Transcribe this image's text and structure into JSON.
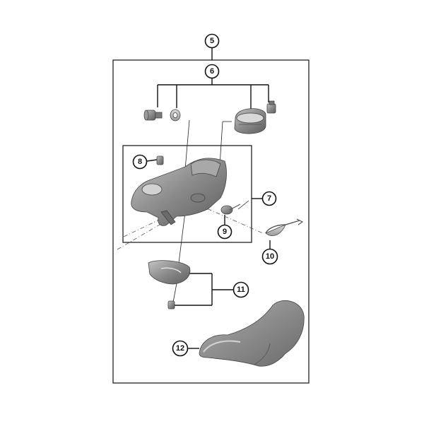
{
  "callouts": {
    "c5": "5",
    "c6": "6",
    "c7": "7",
    "c8": "8",
    "c9": "9",
    "c10": "10",
    "c11": "11",
    "c12": "12"
  },
  "colors": {
    "line": "#111111",
    "part_dark": "#6e6e6e",
    "part_mid": "#8c8c8c",
    "part_light": "#b5b5b5"
  }
}
